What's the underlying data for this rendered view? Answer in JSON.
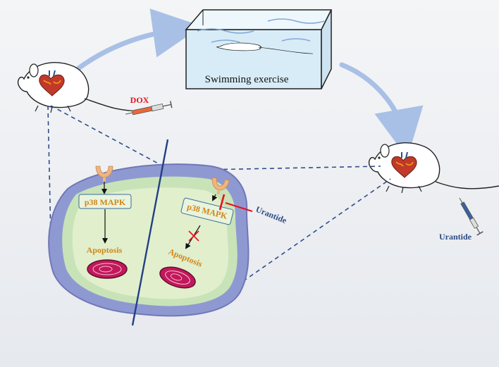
{
  "labels": {
    "dox": "DOX",
    "swimming": "Swimming exercise",
    "p38_left": "p38 MAPK",
    "p38_right": "p38 MAPK",
    "apoptosis_left": "Apoptosis",
    "apoptosis_right": "Apoptosis",
    "urantide_cell": "Urantide",
    "urantide_mouse": "Urantide"
  },
  "colors": {
    "flow_arrow": "#a9c0e6",
    "dashed_line": "#2f4d8a",
    "divider": "#233f86",
    "cell_membrane": "#8f99d1",
    "cell_interior": "#dfedc9",
    "receptor": "#f0b47f",
    "dox_text": "#e5121d",
    "apoptosis_text": "#d1871a",
    "urantide_text": "#2d4b86",
    "inhibit": "#e5121d",
    "apoptotic_cell": "#c2185b",
    "water": "#d8ecf7"
  },
  "icons": {
    "mouse": "mouse-icon",
    "heart": "heart-icon",
    "syringe": "syringe-icon",
    "tank": "water-tank-icon",
    "receptor": "receptor-icon",
    "apoptotic_cell": "apoptotic-cell-icon"
  }
}
